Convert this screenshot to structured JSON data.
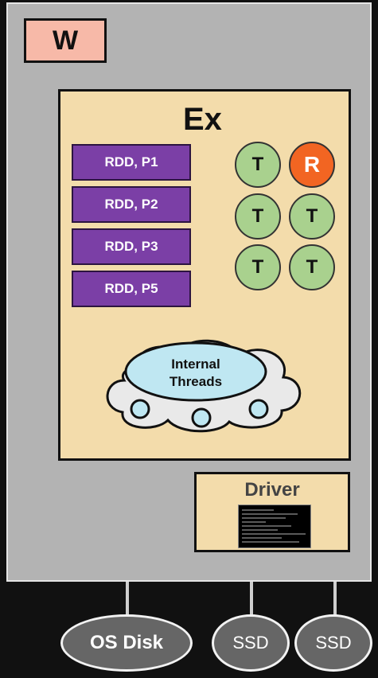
{
  "worker": {
    "label": "W"
  },
  "executor": {
    "label": "Ex",
    "partitions": [
      "RDD, P1",
      "RDD, P2",
      "RDD, P3",
      "RDD, P5"
    ],
    "slots": [
      "T",
      "R",
      "T",
      "T",
      "T",
      "T"
    ],
    "internal_threads": {
      "line1": "Internal",
      "line2": "Threads"
    }
  },
  "driver": {
    "label": "Driver"
  },
  "disks": {
    "os": "OS Disk",
    "ssd1": "SSD",
    "ssd2": "SSD"
  },
  "colors": {
    "worker_bg": "#b3b3b3",
    "worker_label_bg": "#f7b9a8",
    "executor_bg": "#f3dcab",
    "partition_bg": "#7b3fa6",
    "task_bg": "#a9d18e",
    "running_bg": "#f26522",
    "cloud_bg": "#e9e9e9",
    "threads_bg": "#bfe7f2",
    "disk_bg": "#666666"
  },
  "icons": {
    "driver_console": "terminal-screenshot-icon"
  }
}
